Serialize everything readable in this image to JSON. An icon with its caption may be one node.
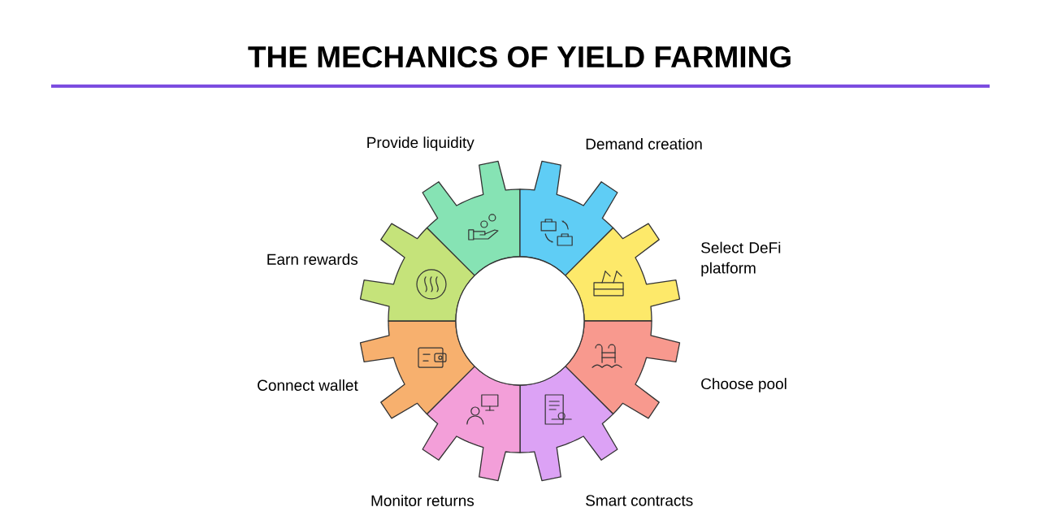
{
  "diagram": {
    "title": "THE MECHANICS OF YIELD FARMING",
    "nodes": [
      {
        "text": [
          "Provide liquidity"
        ]
      },
      {
        "text": [
          "Demand creation"
        ]
      },
      {
        "text": [
          "Select DeFi platform"
        ]
      },
      {
        "text": [
          "Choose pool"
        ]
      },
      {
        "text": [
          "Smart contracts"
        ]
      },
      {
        "text": [
          "Monitor returns"
        ]
      },
      {
        "text": [
          "Connect wallet"
        ]
      },
      {
        "text": [
          "Earn rewards"
        ]
      },
      {
        "text": [],
        "shape": "circle"
      }
    ]
  }
}
